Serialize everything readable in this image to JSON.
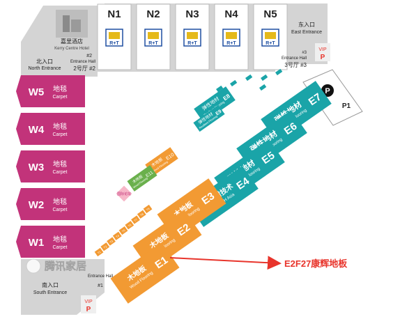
{
  "colors": {
    "west": "#c2337a",
    "west_edge": "#9e1f5e",
    "east": "#1aa4a8",
    "east_edge": "#0d7f83",
    "wood": "#f29a33",
    "wood_edge": "#d47a16",
    "green": "#6ab04c",
    "north": "#ffffff",
    "grey": "#c7c7c7",
    "red": "#e8342b",
    "vip_bg": "#efefef"
  },
  "north_halls": [
    {
      "name": "N1",
      "logo": "R+T"
    },
    {
      "name": "N2",
      "logo": "R+T"
    },
    {
      "name": "N3",
      "logo": "R+T"
    },
    {
      "name": "N4",
      "logo": "R+T"
    },
    {
      "name": "N5",
      "logo": "R+T"
    }
  ],
  "kerry": {
    "cn": "嘉里酒店",
    "en": "Kerry Centre Hotel"
  },
  "north_entrance": {
    "cn": "北入口",
    "en": "North Entrance"
  },
  "entrance_hall_2": {
    "num": "#2",
    "en": "Entrance Hall",
    "cn": "2号厅 #2"
  },
  "east_entrance": {
    "cn": "东入口",
    "en": "East Entrance"
  },
  "entrance_hall_3": {
    "num": "#3",
    "en": "Entrance Hall",
    "cn": "3号厅 #3"
  },
  "vip_top": {
    "label": "VIP",
    "p": "P"
  },
  "p1": {
    "symbol": "P",
    "label": "P1"
  },
  "west_halls": [
    {
      "name": "W5",
      "cn": "地毯",
      "en": "Carpet"
    },
    {
      "name": "W4",
      "cn": "地毯",
      "en": "Carpet"
    },
    {
      "name": "W3",
      "cn": "地毯",
      "en": "Carpet"
    },
    {
      "name": "W2",
      "cn": "地毯",
      "en": "Carpet"
    },
    {
      "name": "W1",
      "cn": "地毯",
      "en": "Carpet"
    }
  ],
  "east_halls": [
    {
      "name": "E7",
      "cn": "弹性地材",
      "en": "Resilient Flooring"
    },
    {
      "name": "E6",
      "cn": "弹性地材",
      "en": "Resilient Flooring"
    },
    {
      "name": "E5",
      "cn": "弹性地材",
      "en": "Resilient Flooring"
    },
    {
      "name": "E4",
      "cn": "亚洲地材技术",
      "en": "FLOORTECH Asia"
    }
  ],
  "east_small_halls": [
    {
      "name": "E8",
      "cn": "弹性地材",
      "en": "Resilient Flooring"
    },
    {
      "name": "E9",
      "cn": "弹性地材",
      "en": "Resilient Flooring"
    }
  ],
  "wood_halls": [
    {
      "name": "E3",
      "cn": "木地板",
      "en": "Wood Flooring"
    },
    {
      "name": "E2",
      "cn": "木地板",
      "en": "Wood Flooring"
    },
    {
      "name": "E1",
      "cn": "木地板",
      "en": "Wood Flooring"
    }
  ],
  "wood_small_halls": [
    {
      "name": "E10",
      "cn": "木地板",
      "en": "Wood Flooring"
    },
    {
      "name": "E11",
      "cn": "木地板",
      "en": "Wood Flooring"
    }
  ],
  "corridor": [
    "T1",
    "T2",
    "T3",
    "T4",
    "T5",
    "T6",
    "T7",
    "T8",
    "T9"
  ],
  "small_label": "国际论坛",
  "south_entrance": {
    "cn": "南入口",
    "en": "South Entrance"
  },
  "entrance_hall_1": {
    "num": "#1",
    "en": "Entrance Hall"
  },
  "vip_bottom": {
    "label": "VIP",
    "p": "P"
  },
  "callout": {
    "text": "E2F27康辉地板"
  },
  "watermark": {
    "text": "腾讯家居"
  }
}
